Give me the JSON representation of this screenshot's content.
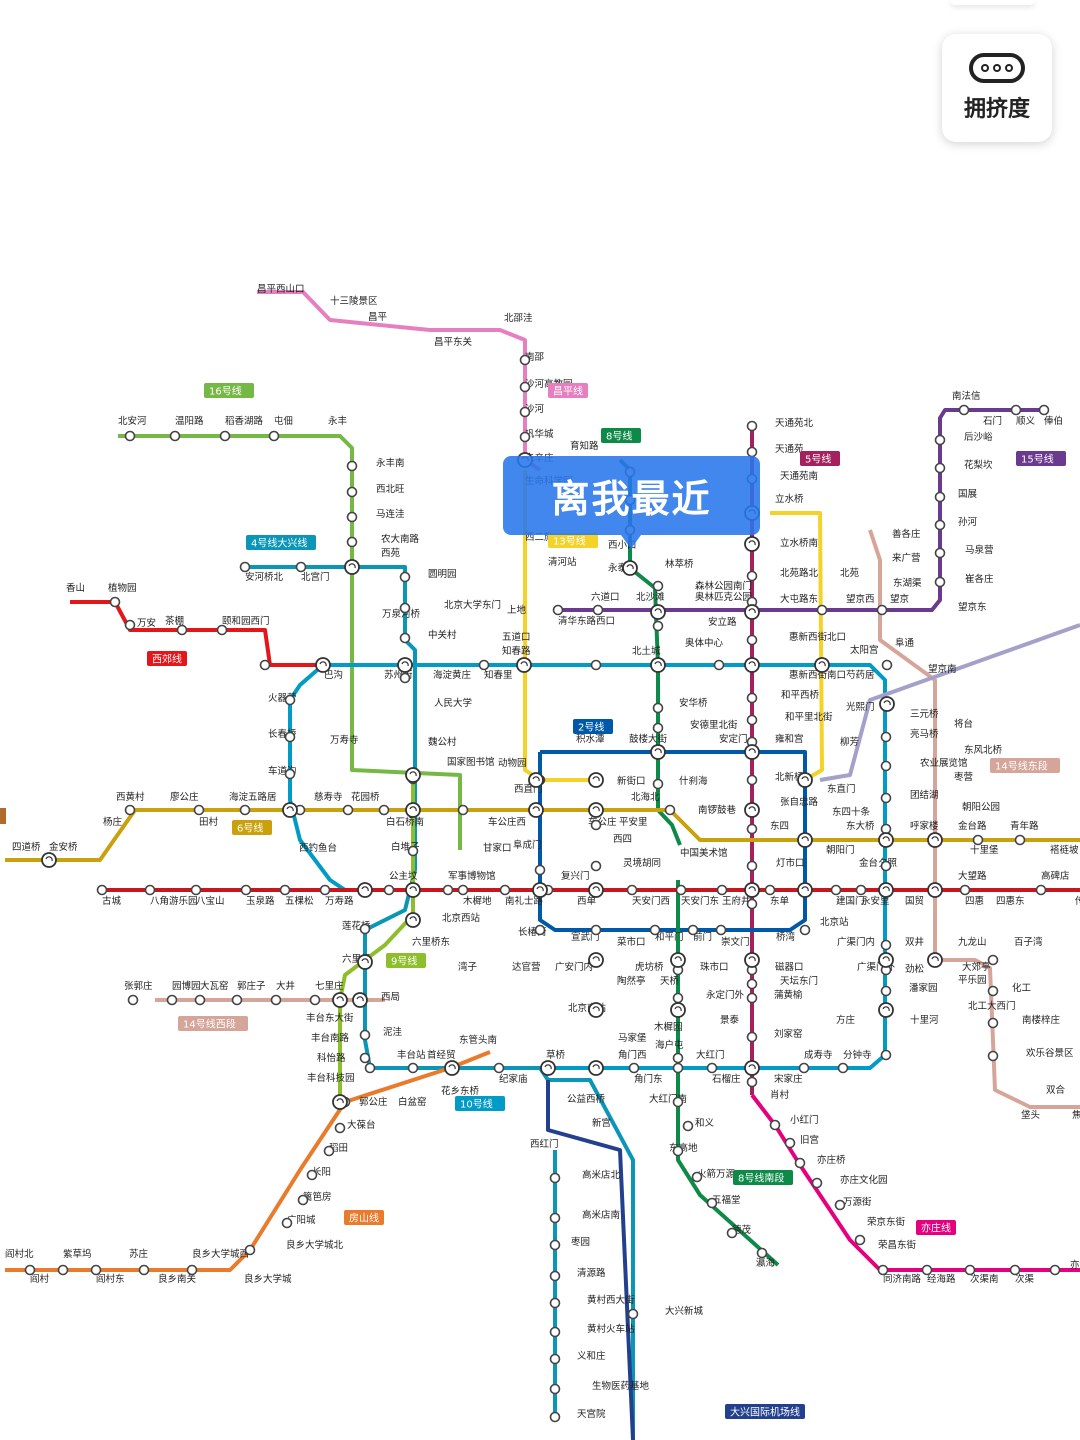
{
  "colors": {
    "line1": "#c8161e",
    "line2": "#0058a8",
    "line4": "#0b96b8",
    "line5": "#a4215e",
    "line6": "#c9a10c",
    "line8": "#0d8a48",
    "line9": "#8dbe2c",
    "line10": "#009bc6",
    "line13": "#f4d22a",
    "line14": "#d6a59a",
    "line15": "#6a3a8e",
    "line16": "#76b845",
    "changping": "#e57fbf",
    "fangshan": "#e97b2d",
    "xijiao": "#e3161a",
    "yizhuang": "#e4007f",
    "daxing_airport": "#23408e",
    "capital_airport": "#a3a1c9",
    "batong": "#c9a10c",
    "yizhuang_label": "#e4007f"
  },
  "map": {
    "line_labels": [
      {
        "text": "16号线",
        "color": "#76b845"
      },
      {
        "text": "昌平线",
        "color": "#e57fbf"
      },
      {
        "text": "8号线",
        "color": "#0d8a48"
      },
      {
        "text": "5号线",
        "color": "#a4215e"
      },
      {
        "text": "15号线",
        "color": "#6a3a8e"
      },
      {
        "text": "4号线大兴线",
        "color": "#0b96b8"
      },
      {
        "text": "西郊线",
        "color": "#e3161a"
      },
      {
        "text": "13号线",
        "color": "#f4d22a"
      },
      {
        "text": "2号线",
        "color": "#0058a8"
      },
      {
        "text": "6号线",
        "color": "#c9a10c"
      },
      {
        "text": "14号线东段",
        "color": "#d6a59a"
      },
      {
        "text": "9号线",
        "color": "#8dbe2c"
      },
      {
        "text": "14号线西段",
        "color": "#d6a59a"
      },
      {
        "text": "10号线",
        "color": "#009bc6"
      },
      {
        "text": "房山线",
        "color": "#e97b2d"
      },
      {
        "text": "8号线南段",
        "color": "#0d8a48"
      },
      {
        "text": "亦庄线",
        "color": "#e4007f"
      },
      {
        "text": "大兴国际机场线",
        "color": "#23408e"
      }
    ],
    "stations": [
      "昌平西山口",
      "十三陵景区",
      "昌平",
      "昌平东关",
      "北邵洼",
      "南邵",
      "沙河高教园",
      "沙河",
      "巩华城",
      "朱辛庄",
      "生命科学园",
      "西二旗",
      "育知路",
      "北安河",
      "温阳路",
      "稻香湖路",
      "屯佃",
      "永丰",
      "永丰南",
      "西北旺",
      "马连洼",
      "农大南路",
      "西苑",
      "安河桥北",
      "北宫门",
      "圆明园",
      "北京大学东门",
      "中关村",
      "万泉河桥",
      "香山",
      "植物园",
      "万安",
      "茶棚",
      "颐和园西门",
      "巴沟",
      "苏州街",
      "海淀黄庄",
      "知春里",
      "知春路",
      "五道口",
      "上地",
      "清河站",
      "西小口",
      "永泰庄",
      "林萃桥",
      "森林公园南门",
      "奥林匹克公园",
      "六道口",
      "北沙滩",
      "清华东路西口",
      "北土城",
      "奥体中心",
      "安立路",
      "安华桥",
      "安德里北街",
      "鼓楼大街",
      "什刹海",
      "南锣鼓巷",
      "积水潭",
      "安定门",
      "雍和宫",
      "北新桥",
      "东四",
      "张自忠路",
      "天通苑北",
      "天通苑",
      "天通苑南",
      "立水桥",
      "立水桥南",
      "北苑路北",
      "大屯路东",
      "惠新西街北口",
      "惠新西街南口",
      "和平西桥",
      "和平里北街",
      "北苑",
      "望京西",
      "芍药居",
      "光熙门",
      "柳芳",
      "东直门",
      "太阳宫",
      "三元桥",
      "亮马桥",
      "农业展览馆",
      "团结湖",
      "呼家楼",
      "金台路",
      "十里堡",
      "青年路",
      "褡裢坡",
      "南法信",
      "石门",
      "顺义",
      "俸伯",
      "后沙峪",
      "花梨坎",
      "国展",
      "孙河",
      "马泉营",
      "崔各庄",
      "望京东",
      "望京",
      "来广营",
      "东湖渠",
      "善各庄",
      "阜通",
      "望京南",
      "将台",
      "东风北桥",
      "枣营",
      "朝阳公园",
      "火器营",
      "长春桥",
      "车道沟",
      "万寿寺",
      "人民大学",
      "魏公村",
      "国家图书馆",
      "动物园",
      "西直门",
      "新街口",
      "平安里",
      "北海北",
      "车公庄",
      "车公庄西",
      "阜成门",
      "甘家口",
      "白石桥南",
      "白堆子",
      "慈寿寺",
      "花园桥",
      "海淀五路居",
      "廖公庄",
      "西黄村",
      "杨庄",
      "田村",
      "西钓鱼台",
      "金安桥",
      "四道桥",
      "东四十条",
      "东大桥",
      "朝阳门",
      "灯市口",
      "金台夕照",
      "中国美术馆",
      "西四",
      "灵境胡同",
      "古城",
      "八角游乐园",
      "八宝山",
      "玉泉路",
      "五棵松",
      "万寿路",
      "公主坟",
      "军事博物馆",
      "木樨地",
      "南礼士路",
      "复兴门",
      "西单",
      "天安门西",
      "天安门东",
      "王府井",
      "东单",
      "建国门",
      "永安里",
      "国贸",
      "大望路",
      "四惠",
      "四惠东",
      "高碑店",
      "传媒大学",
      "莲花桥",
      "北京西站",
      "六里桥东",
      "六里桥",
      "湾子",
      "达官营",
      "广安门内",
      "长椿街",
      "宣武门",
      "菜市口",
      "和平门",
      "前门",
      "崇文门",
      "北京站",
      "桥湾",
      "广渠门内",
      "广渠门外",
      "双井",
      "劲松",
      "潘家园",
      "十里河",
      "九龙山",
      "大郊亭",
      "百子湾",
      "化工",
      "平乐园",
      "北工大西门",
      "南楼梓庄",
      "欢乐谷景区",
      "双合",
      "垡头",
      "焦化厂",
      "张郭庄",
      "园博园",
      "大瓦窑",
      "郭庄子",
      "大井",
      "七里庄",
      "西局",
      "丰台东大街",
      "丰台南路",
      "科怡路",
      "丰台科技园",
      "郭公庄",
      "泥洼",
      "丰台站",
      "首经贸",
      "纪家庙",
      "草桥",
      "东管头南",
      "花乡东桥",
      "白盆窑",
      "虎坊桥",
      "陶然亭",
      "珠市口",
      "天桥",
      "北京南站",
      "永定门外",
      "景泰",
      "马家堡",
      "角门西",
      "角门东",
      "木樨园",
      "海户屯",
      "大红门",
      "大红门南",
      "石榴庄",
      "宋家庄",
      "刘家窑",
      "方庄",
      "蒲黄榆",
      "磁器口",
      "天坛东门",
      "成寿寺",
      "分钟寺",
      "肖村",
      "小红门",
      "旧宫",
      "亦庄桥",
      "亦庄文化园",
      "万源街",
      "荣京东街",
      "荣昌东街",
      "同济南路",
      "经海路",
      "次渠南",
      "次渠",
      "亦庄火车站",
      "公益西桥",
      "新宫",
      "西红门",
      "高米店北",
      "高米店南",
      "枣园",
      "清源路",
      "黄村西大街",
      "黄村火车站",
      "义和庄",
      "生物医药基地",
      "天宫院",
      "大兴新城",
      "和义",
      "东高地",
      "火箭万源",
      "五福堂",
      "德茂",
      "瀛海",
      "大葆台",
      "稻田",
      "长阳",
      "篱笆房",
      "广阳城",
      "良乡大学城北",
      "良乡大学城西",
      "良乡大学城",
      "良乡南关",
      "苏庄",
      "阎村东",
      "紫草坞",
      "阎村",
      "阎村北"
    ]
  },
  "overlay": {
    "nearest_label": "离我最近",
    "crowd_label": "拥挤度",
    "crowd_icon": "crowd-dots-icon"
  }
}
